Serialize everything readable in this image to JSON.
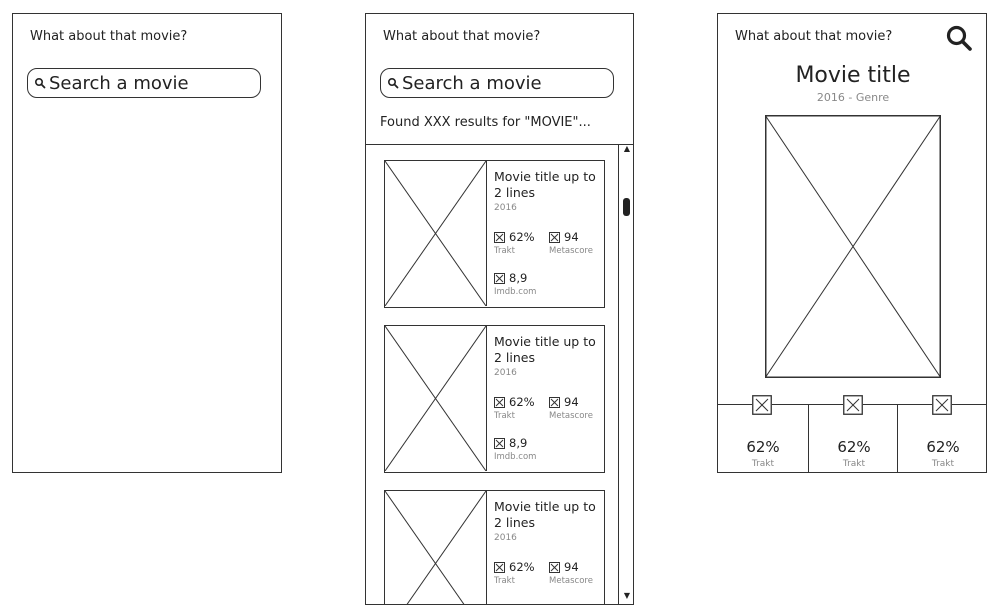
{
  "app": {
    "title": "What about that movie?"
  },
  "search": {
    "placeholder": "Search a movie"
  },
  "results": {
    "summary": "Found XXX results for \"MOVIE\"...",
    "cards": [
      {
        "title": "Movie title up to 2 lines",
        "year": "2016",
        "trakt_value": "62%",
        "trakt_label": "Trakt",
        "metascore_value": "94",
        "metascore_label": "Metascore",
        "imdb_value": "8,9",
        "imdb_label": "Imdb.com"
      },
      {
        "title": "Movie title up to 2 lines",
        "year": "2016",
        "trakt_value": "62%",
        "trakt_label": "Trakt",
        "metascore_value": "94",
        "metascore_label": "Metascore",
        "imdb_value": "8,9",
        "imdb_label": "Imdb.com"
      },
      {
        "title": "Movie title up to 2 lines",
        "year": "2016",
        "trakt_value": "62%",
        "trakt_label": "Trakt",
        "metascore_value": "94",
        "metascore_label": "Metascore"
      }
    ],
    "scroll_position": 0.1
  },
  "detail": {
    "title": "Movie title",
    "subtitle": "2016 - Genre",
    "ratings": [
      {
        "value": "62%",
        "label": "Trakt"
      },
      {
        "value": "62%",
        "label": "Trakt"
      },
      {
        "value": "62%",
        "label": "Trakt"
      }
    ]
  },
  "icons": {
    "search": "search-icon",
    "placeholder_image": "image-placeholder-icon",
    "rating_source": "rating-source-icon"
  }
}
